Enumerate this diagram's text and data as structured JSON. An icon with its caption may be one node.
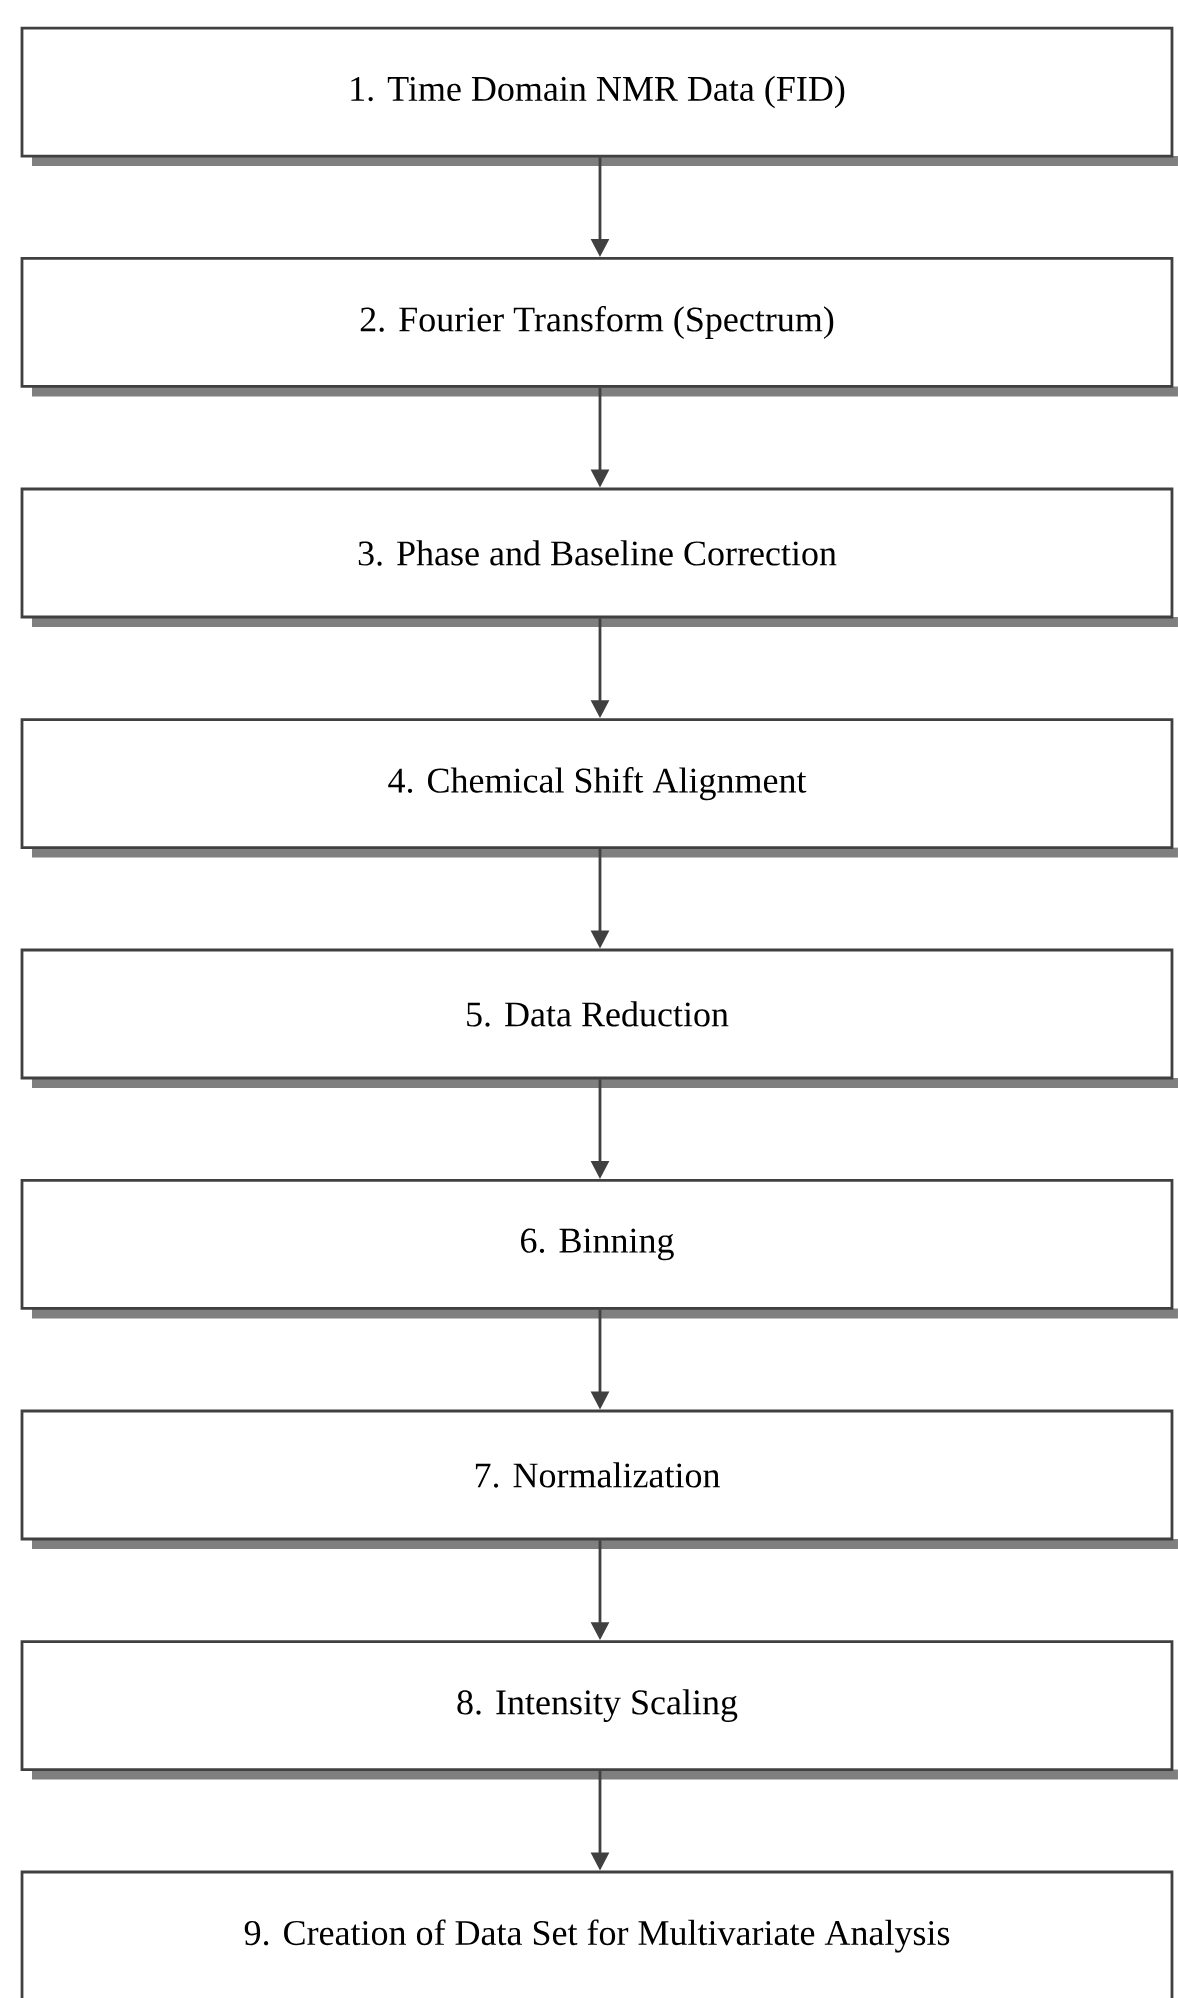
{
  "diagram": {
    "nodes": [
      {
        "text": [
          "1. Time Domain NMR Data (FID)"
        ]
      },
      {
        "text": [
          "2. Fourier Transform (Spectrum)"
        ]
      },
      {
        "text": [
          "3. Phase and Baseline Correction"
        ]
      },
      {
        "text": [
          "4. Chemical Shift Alignment"
        ]
      },
      {
        "text": [
          "5. Data Reduction"
        ]
      },
      {
        "text": [
          "6. Binning"
        ]
      },
      {
        "text": [
          "7. Normalization"
        ]
      },
      {
        "text": [
          "8. Intensity Scaling"
        ]
      },
      {
        "text": [
          "9. Creation of Data Set for Multivariate Analysis"
        ]
      }
    ],
    "edges": [
      {
        "from": 0,
        "to": 1,
        "arrow": "to"
      },
      {
        "from": 1,
        "to": 2,
        "arrow": "to"
      },
      {
        "from": 2,
        "to": 3,
        "arrow": "to"
      },
      {
        "from": 3,
        "to": 4,
        "arrow": "to"
      },
      {
        "from": 4,
        "to": 5,
        "arrow": "to"
      },
      {
        "from": 5,
        "to": 6,
        "arrow": "to"
      },
      {
        "from": 6,
        "to": 7,
        "arrow": "to"
      },
      {
        "from": 7,
        "to": 8,
        "arrow": "to"
      }
    ]
  }
}
